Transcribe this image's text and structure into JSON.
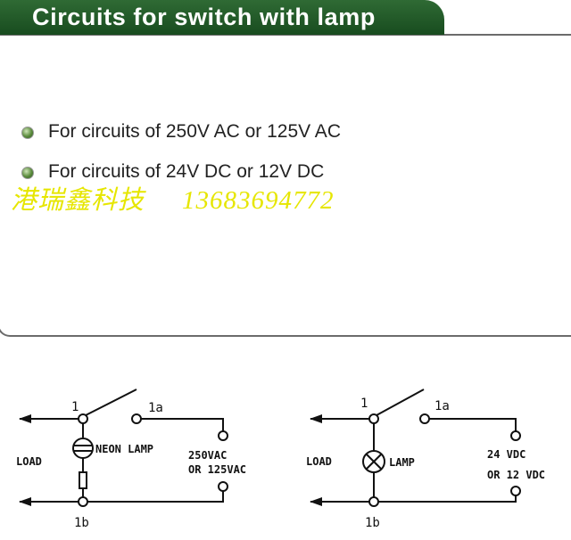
{
  "header": {
    "title": "Circuits for switch with lamp"
  },
  "bullets": [
    {
      "text": "For circuits of 250V AC or 125V AC"
    },
    {
      "text": "For circuits of 24V DC or 12V DC"
    }
  ],
  "watermark": {
    "company": "港瑞鑫科技",
    "phone": "13683694772"
  },
  "circuit_ac": {
    "terminal_top": "1",
    "terminal_a": "1a",
    "terminal_bottom": "1b",
    "load_label": "LOAD",
    "lamp_label": "NEON LAMP",
    "voltage_line1": "250VAC",
    "voltage_line2": "OR 125VAC"
  },
  "circuit_dc": {
    "terminal_top": "1",
    "terminal_a": "1a",
    "terminal_bottom": "1b",
    "load_label": "LOAD",
    "lamp_label": "LAMP",
    "voltage_line1": "24 VDC",
    "voltage_line2": "OR 12 VDC"
  },
  "colors": {
    "header_green": "#1f5526",
    "watermark_yellow": "#e6e600",
    "bullet_green": "#5a8a3c"
  }
}
